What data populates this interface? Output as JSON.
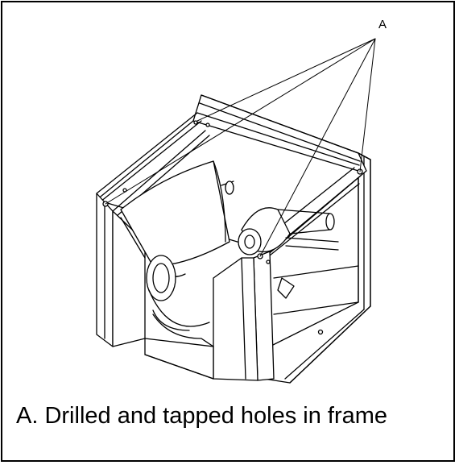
{
  "figure": {
    "callout_label": "A",
    "caption": "A. Drilled and tapped holes in frame",
    "subject": "printer-frame-assembly",
    "line_color": "#000000",
    "background": "#ffffff"
  }
}
